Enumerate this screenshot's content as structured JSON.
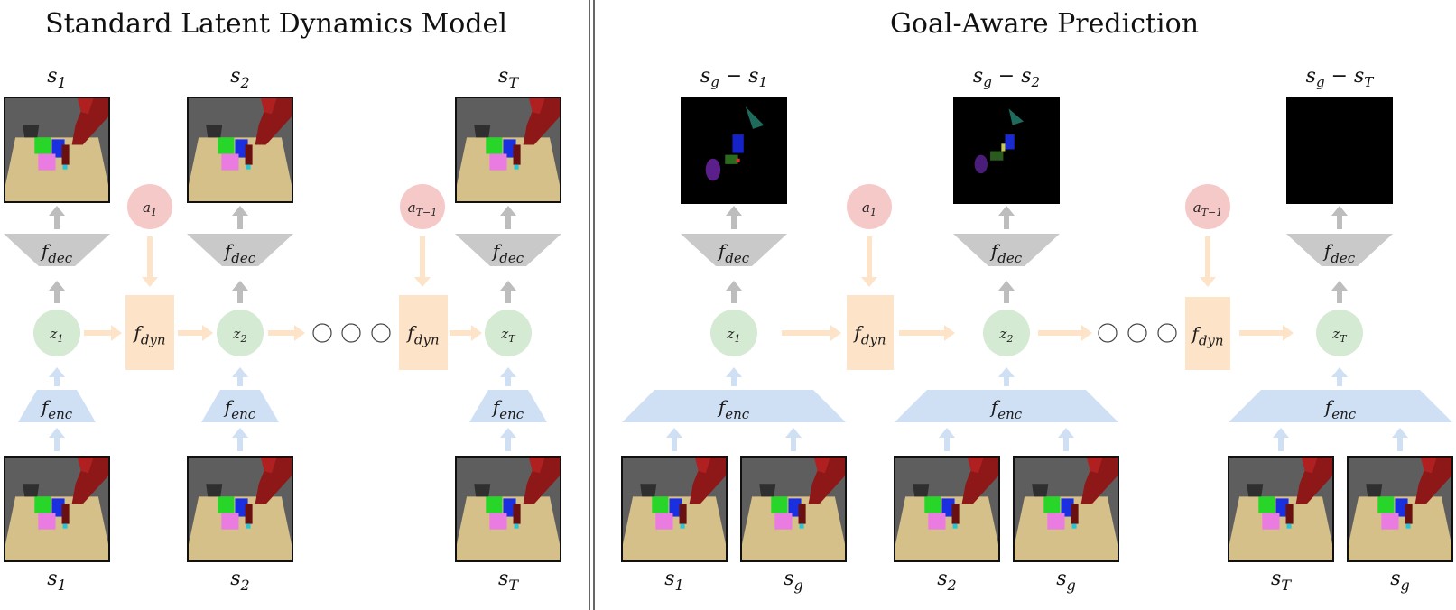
{
  "panels": {
    "left": {
      "title": "Standard Latent Dynamics Model"
    },
    "right": {
      "title": "Goal-Aware Prediction"
    }
  },
  "labels": {
    "s1": "s1",
    "s2": "s2",
    "sT": "sT",
    "sg": "sg",
    "sg_minus_s1": "sg − s1",
    "sg_minus_s2": "sg − s2",
    "sg_minus_sT": "sg − sT",
    "a1": "a1",
    "aT1": "aT−1",
    "z1": "z1",
    "z2": "z2",
    "zT": "zT",
    "f_dec": "fdec",
    "f_enc": "fenc",
    "f_dyn": "fdyn"
  },
  "colors": {
    "decoder": "#c9c9c9",
    "arrow_gray": "#bdbdbd",
    "encoder": "#cfe0f5",
    "arrow_blue": "#cfe0f5",
    "dynamics": "#fde3c8",
    "arrow_orange": "#fde3c8",
    "latent": "#d5ead2",
    "action": "#f6c9c9",
    "divider": "#333333"
  },
  "icons": {
    "robot_frame": "robot-arm-scene",
    "diff_frame": "goal-difference-image"
  }
}
